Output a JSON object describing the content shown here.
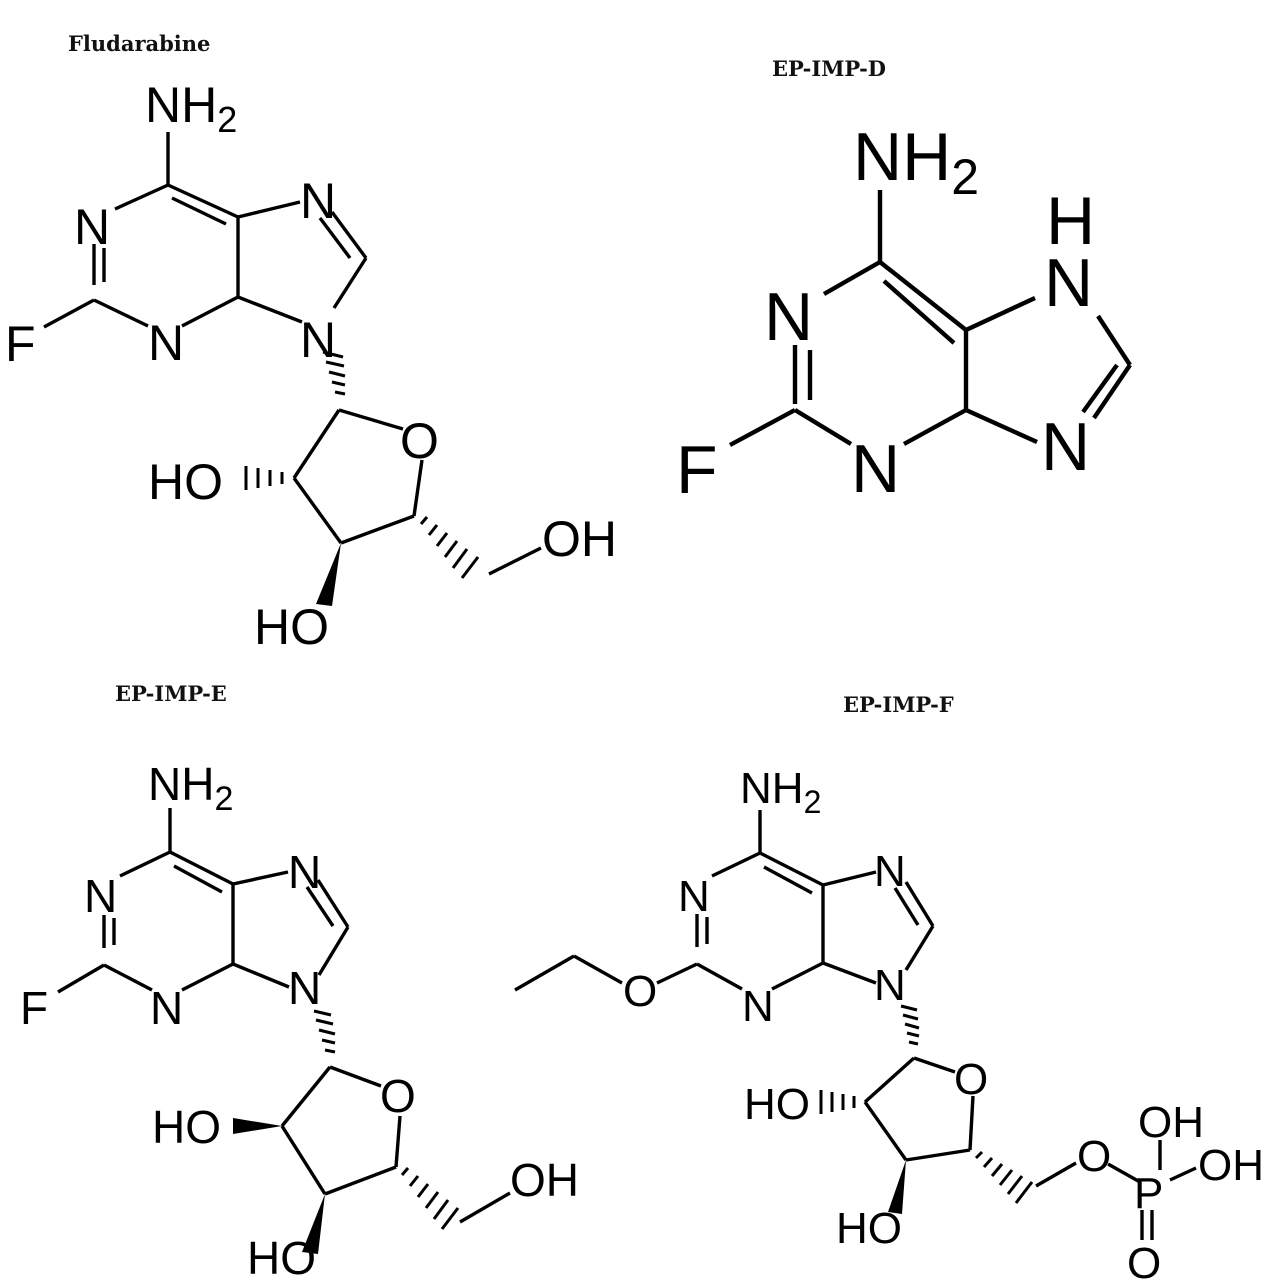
{
  "molecules": {
    "fludarabine": {
      "title": "Fludarabine",
      "atoms": {
        "nh2": "NH",
        "nh2_sub": "2",
        "n1": "N",
        "n3": "N",
        "n7": "N",
        "n9": "N",
        "f": "F",
        "o_ring": "O",
        "ho_2": "HO",
        "ho_3": "HO",
        "oh_5": "OH"
      }
    },
    "ep_imp_d": {
      "title": "EP-IMP-D",
      "atoms": {
        "nh2": "NH",
        "nh2_sub": "2",
        "h7": "H",
        "n7": "N",
        "n1": "N",
        "n3": "N",
        "n9": "N",
        "f": "F"
      }
    },
    "ep_imp_e": {
      "title": "EP-IMP-E",
      "atoms": {
        "nh2": "NH",
        "nh2_sub": "2",
        "n1": "N",
        "n3": "N",
        "n7": "N",
        "n9": "N",
        "f": "F",
        "o_ring": "O",
        "ho_2": "HO",
        "ho_3": "HO",
        "oh_5": "OH"
      }
    },
    "ep_imp_f": {
      "title": "EP-IMP-F",
      "atoms": {
        "nh2": "NH",
        "nh2_sub": "2",
        "n1": "N",
        "n3": "N",
        "n7": "N",
        "n9": "N",
        "o_ethoxy": "O",
        "o_ring": "O",
        "ho_2": "HO",
        "ho_3": "HO",
        "o_5": "O",
        "p": "P",
        "oh_p1": "OH",
        "oh_p2": "OH",
        "o_p": "O"
      }
    }
  },
  "colors": {
    "ink": "#000000",
    "background": "#ffffff"
  }
}
